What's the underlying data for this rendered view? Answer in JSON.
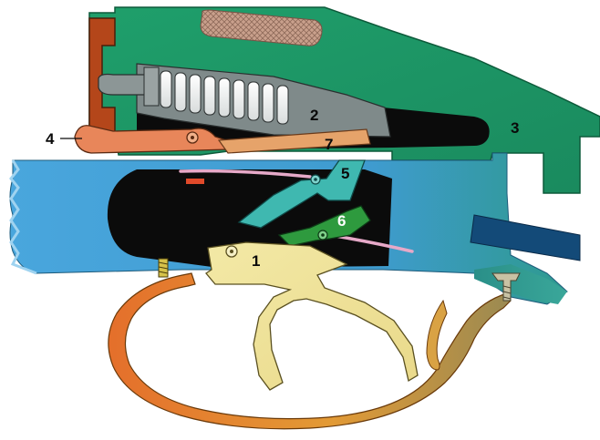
{
  "parts": [
    {
      "id": "1",
      "label": "1",
      "color": "#efe39a"
    },
    {
      "id": "2",
      "label": "2",
      "color": "#7f8a8a"
    },
    {
      "id": "3",
      "label": "3",
      "color": "#1f9a6a"
    },
    {
      "id": "4",
      "label": "4",
      "color": "#e8865a"
    },
    {
      "id": "5",
      "label": "5",
      "color": "#3fb8b0"
    },
    {
      "id": "6",
      "label": "6",
      "color": "#2e9a3e"
    },
    {
      "id": "7",
      "label": "7",
      "color": "#e6a36a"
    }
  ],
  "colors": {
    "receiver_blue": "#4aa3d8",
    "cavity": "#0b0b0b",
    "trigger_guard": "#e07a2e",
    "barrel_rod": "#134a78",
    "butt_plate": "#b24a1a",
    "checkering": "#c49a85"
  }
}
